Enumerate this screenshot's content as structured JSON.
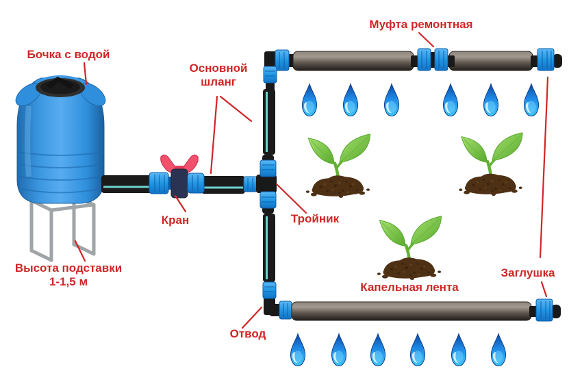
{
  "diagram": {
    "kind": "drip-irrigation-scheme",
    "labels": {
      "water_barrel": "Бочка с водой",
      "repair_coupling": "Муфта ремонтная",
      "main_hose": [
        "Основной",
        "шланг"
      ],
      "tap": "Кран",
      "tee": "Тройник",
      "stand_height": [
        "Высота подставки",
        "1-1,5 м"
      ],
      "drip_tape": "Капельная лента",
      "outlet": "Отвод",
      "plug": "Заглушка"
    },
    "counts": {
      "water_drops_top_row": 6,
      "water_drops_bottom_row": 6,
      "plants": 3
    },
    "colors": {
      "label_red": "#cf2626",
      "tank_blue": "#2f8fdc",
      "fitting_blue": "#2ea3f2",
      "hose_black": "#1b1b1b",
      "hose_stripe": "#6fd3cf",
      "drip_tape_gray": "#6b6259",
      "drop_blue": "#29b6f6",
      "leaf_green": "#7cc74a",
      "soil_brown": "#4e3115",
      "stand_gray": "#9fa4a6",
      "valve_handle_pink": "#f2516b"
    }
  }
}
